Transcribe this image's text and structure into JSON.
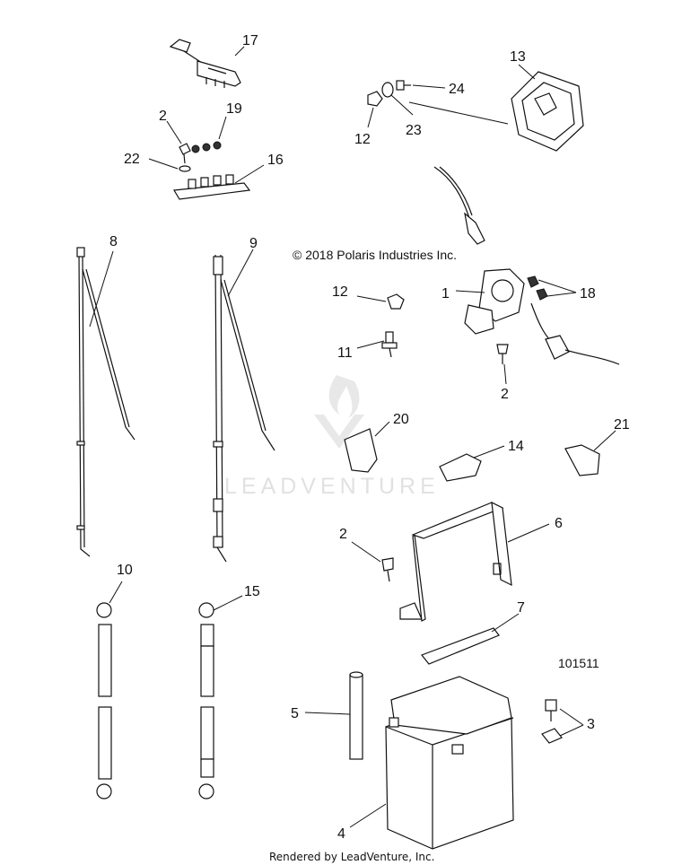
{
  "diagram": {
    "copyright": "© 2018 Polaris Industries Inc.",
    "figure_number": "101511",
    "footer": "Rendered by LeadVenture, Inc.",
    "watermark": "LEADVENTURE",
    "callouts": {
      "c1": "1",
      "c2a": "2",
      "c2b": "2",
      "c2c": "2",
      "c3": "3",
      "c4": "4",
      "c5": "5",
      "c6": "6",
      "c7": "7",
      "c8": "8",
      "c9": "9",
      "c10": "10",
      "c11": "11",
      "c12a": "12",
      "c12b": "12",
      "c13": "13",
      "c14": "14",
      "c15": "15",
      "c16": "16",
      "c17": "17",
      "c18": "18",
      "c19": "19",
      "c20": "20",
      "c21": "21",
      "c22": "22",
      "c23": "23",
      "c24": "24"
    }
  }
}
